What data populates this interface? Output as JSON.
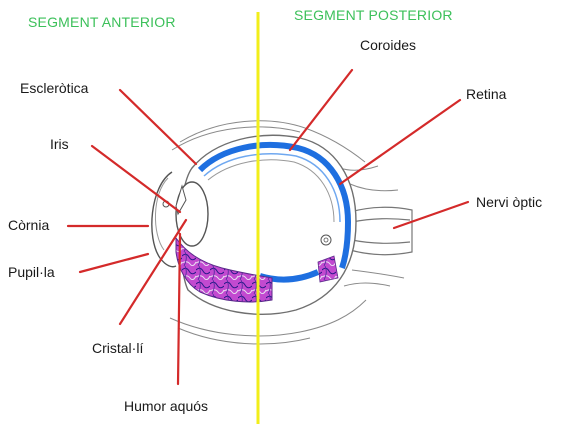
{
  "sections": {
    "anterior": "SEGMENT ANTERIOR",
    "posterior": "SEGMENT POSTERIOR"
  },
  "labels": {
    "esclerotica": "Escleròtica",
    "iris": "Iris",
    "cornia": "Còrnia",
    "pupilla": "Pupil·la",
    "cristalli": "Cristal·lí",
    "humor": "Humor aquós",
    "coroides": "Coroides",
    "retina": "Retina",
    "nervi": "Nervi òptic"
  },
  "colors": {
    "section_text": "#3cc05a",
    "divider": "#f2ee1a",
    "leader": "#d42a2a",
    "choroid": "#1e6fe0",
    "vitreous_tissue": "#b03cb8"
  }
}
